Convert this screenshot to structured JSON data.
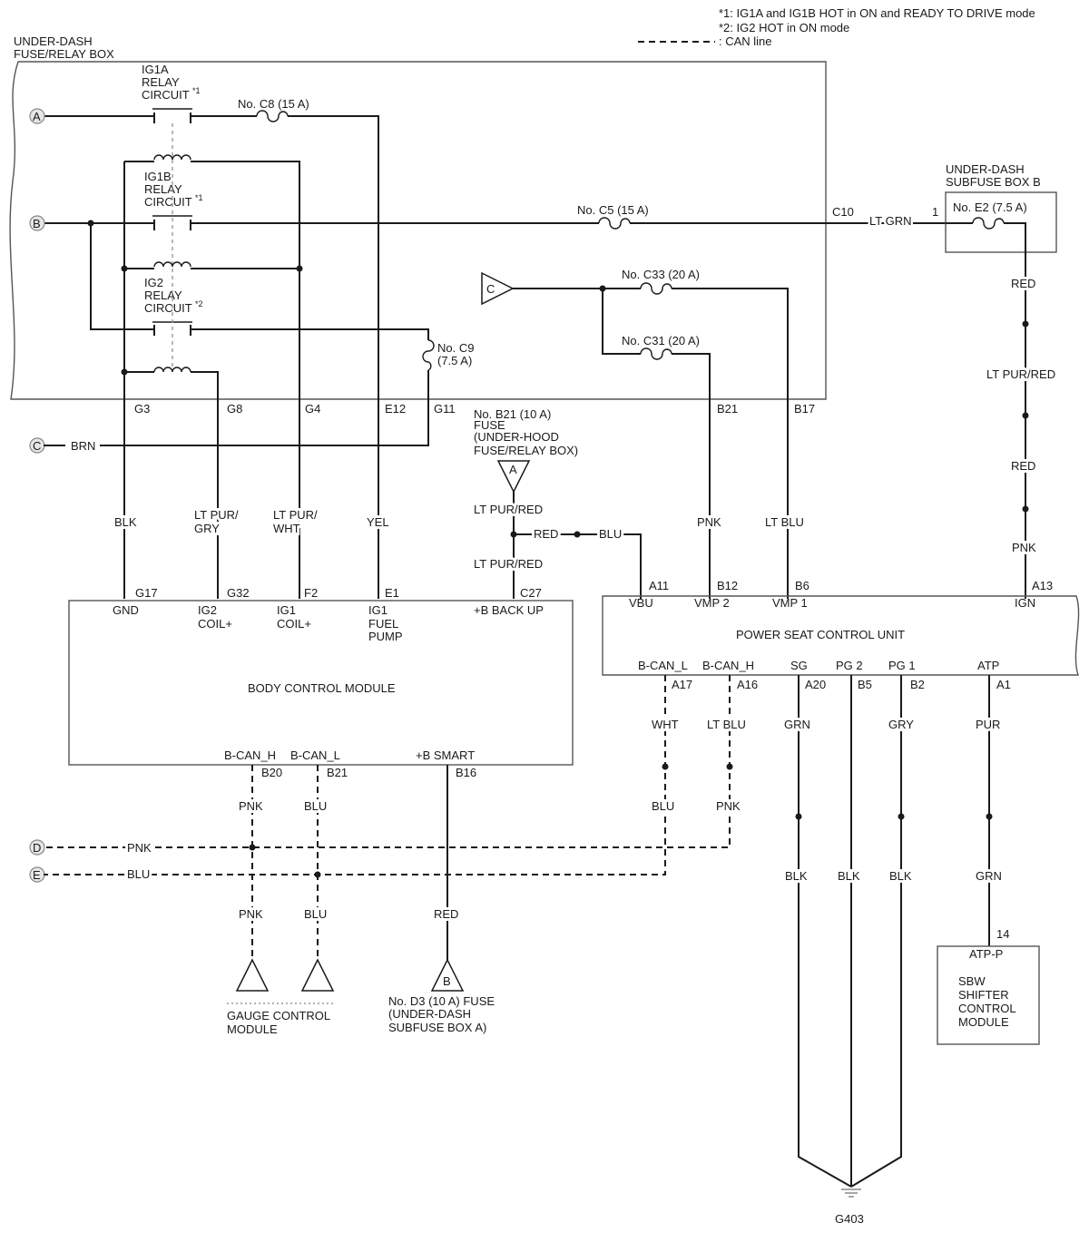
{
  "notes": {
    "n1": "*1: IG1A and IG1B HOT in ON and READY TO DRIVE mode",
    "n2": "*2: IG2 HOT in ON mode",
    "can": ": CAN line"
  },
  "boxes": {
    "under_dash_l1": "UNDER-DASH",
    "under_dash_l2": "FUSE/RELAY BOX",
    "subfuse_l1": "UNDER-DASH",
    "subfuse_l2": "SUBFUSE BOX B",
    "bcm": "BODY CONTROL MODULE",
    "pscu": "POWER SEAT CONTROL UNIT",
    "sbw": [
      "SBW",
      "SHIFTER",
      "CONTROL",
      "MODULE"
    ],
    "sbw_pin": "ATP-P",
    "gauge": [
      "GAUGE CONTROL",
      "MODULE"
    ]
  },
  "relays": {
    "ig1a": [
      "IG1A",
      "RELAY",
      "CIRCUIT"
    ],
    "ig1b": [
      "IG1B",
      "RELAY",
      "CIRCUIT"
    ],
    "ig2": [
      "IG2",
      "RELAY",
      "CIRCUIT"
    ],
    "mark1": "*1",
    "mark2": "*2"
  },
  "fuses": {
    "c8": "No. C8 (15 A)",
    "c5": "No. C5 (15 A)",
    "c33": "No. C33 (20 A)",
    "c31": "No. C31 (20 A)",
    "c9": [
      "No. C9",
      "(7.5 A)"
    ],
    "e2": "No. E2 (7.5 A)",
    "b21": [
      "No. B21 (10 A)",
      "FUSE",
      "(UNDER-HOOD",
      "FUSE/RELAY BOX)"
    ],
    "d3": [
      "No. D3 (10 A) FUSE",
      "(UNDER-DASH",
      "SUBFUSE BOX A)"
    ]
  },
  "connectors": {
    "a": "A",
    "b": "B",
    "c": "C",
    "d": "D",
    "e": "E"
  },
  "terminals": {
    "g3": "G3",
    "g8": "G8",
    "g4": "G4",
    "e12": "E12",
    "g11": "G11",
    "b21": "B21",
    "b17": "B17",
    "c10": "C10",
    "pin1": "1",
    "g17": "G17",
    "g32": "G32",
    "f2": "F2",
    "e1": "E1",
    "c27": "C27",
    "a11": "A11",
    "b12": "B12",
    "b6": "B6",
    "a13": "A13",
    "b20": "B20",
    "b21b": "B21",
    "b16": "B16",
    "a17": "A17",
    "a16": "A16",
    "a20": "A20",
    "b5": "B5",
    "b2": "B2",
    "a1": "A1",
    "pin14": "14"
  },
  "pins": {
    "gnd": "GND",
    "ig2": [
      "IG2",
      "COIL+"
    ],
    "ig1": [
      "IG1",
      "COIL+"
    ],
    "ig1fuel": [
      "IG1",
      "FUEL",
      "PUMP"
    ],
    "backup": "+B BACK UP",
    "can_h": "B-CAN_H",
    "can_l": "B-CAN_L",
    "smart": "+B SMART",
    "vbu": "VBU",
    "vmp2": "VMP 2",
    "vmp1": "VMP 1",
    "ign": "IGN",
    "bcanl": "B-CAN_L",
    "bcanh": "B-CAN_H",
    "sg": "SG",
    "pg2": "PG 2",
    "pg1": "PG 1",
    "atp": "ATP"
  },
  "wires": {
    "brn": "BRN",
    "ltgrn": "LT GRN",
    "red": "RED",
    "ltpurred": "LT PUR/RED",
    "pnk": "PNK",
    "blk": "BLK",
    "ltpurgry": [
      "LT PUR/",
      "GRY"
    ],
    "ltpurwht": [
      "LT PUR/",
      "WHT"
    ],
    "yel": "YEL",
    "ltblu": "LT BLU",
    "blu": "BLU",
    "wht": "WHT",
    "grn": "GRN",
    "gry": "GRY",
    "pur": "PUR"
  },
  "ground": "G403"
}
